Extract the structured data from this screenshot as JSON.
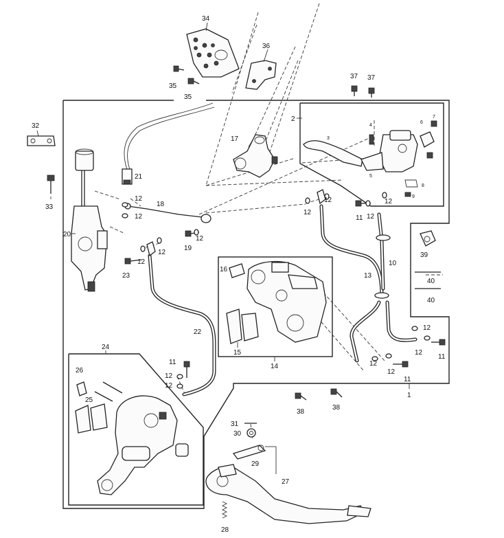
{
  "labels": {
    "p1": "1",
    "p2": "2",
    "p3": "3",
    "p4": "4",
    "p5": "5",
    "p6": "6",
    "p7": "7",
    "p8": "8",
    "p9": "9",
    "p10": "10",
    "p11": "11",
    "p12": "12",
    "p13": "13",
    "p14": "14",
    "p15": "15",
    "p16": "16",
    "p17": "17",
    "p18": "18",
    "p19": "19",
    "p20": "20",
    "p21": "21",
    "p22": "22",
    "p23": "23",
    "p24": "24",
    "p25": "25",
    "p26": "26",
    "p27": "27",
    "p28": "28",
    "p29": "29",
    "p30": "30",
    "p31": "31",
    "p32": "32",
    "p33": "33",
    "p34": "34",
    "p35": "35",
    "p36": "36",
    "p37": "37",
    "p38": "38",
    "p39": "39",
    "p40": "40"
  },
  "icons": {
    "front-caliper": "front-brake-caliper-icon",
    "rear-caliper": "rear-brake-caliper-icon",
    "master-cylinder": "front-master-cylinder-icon",
    "rear-master-cylinder": "rear-master-cylinder-icon",
    "brake-pedal": "brake-pedal-icon",
    "heat-shield": "heat-shield-icon"
  }
}
